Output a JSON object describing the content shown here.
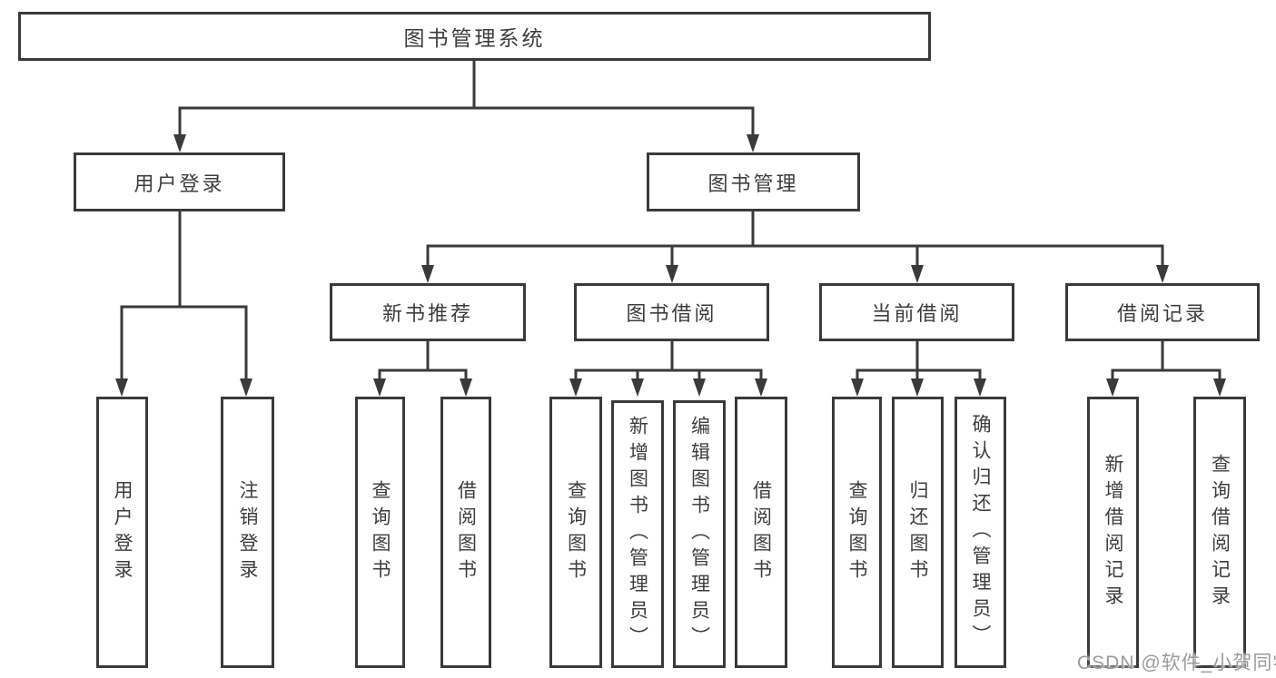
{
  "diagram_title": "图书管理系统",
  "nodes": {
    "root": "图书管理系统",
    "user_login": "用户登录",
    "book_mgmt": "图书管理",
    "new_book_rec": "新书推荐",
    "book_borrow": "图书借阅",
    "current_borrow": "当前借阅",
    "borrow_record": "借阅记录",
    "ul_login": "用户登录",
    "ul_logout": "注销登录",
    "nbr_query": "查询图书",
    "nbr_borrow": "借阅图书",
    "bb_query": "查询图书",
    "bb_add": "新增图书（管理员）",
    "bb_edit": "编辑图书（管理员）",
    "bb_borrow": "借阅图书",
    "cb_query": "查询图书",
    "cb_return": "归还图书",
    "cb_confirm": "确认归还（管理员）",
    "br_add": "新增借阅记录",
    "br_query": "查询借阅记录"
  },
  "hierarchy": {
    "图书管理系统": {
      "用户登录": [
        "用户登录",
        "注销登录"
      ],
      "图书管理": {
        "新书推荐": [
          "查询图书",
          "借阅图书"
        ],
        "图书借阅": [
          "查询图书",
          "新增图书（管理员）",
          "编辑图书（管理员）",
          "借阅图书"
        ],
        "当前借阅": [
          "查询图书",
          "归还图书",
          "确认归还（管理员）"
        ],
        "借阅记录": [
          "新增借阅记录",
          "查询借阅记录"
        ]
      }
    }
  },
  "watermark": {
    "text": "CSDN @软件_小贺同学"
  },
  "colors": {
    "line": "#3a3a3a",
    "text": "#3d3d3d",
    "watermark": "#9b9b9b",
    "background": "#ffffff"
  }
}
